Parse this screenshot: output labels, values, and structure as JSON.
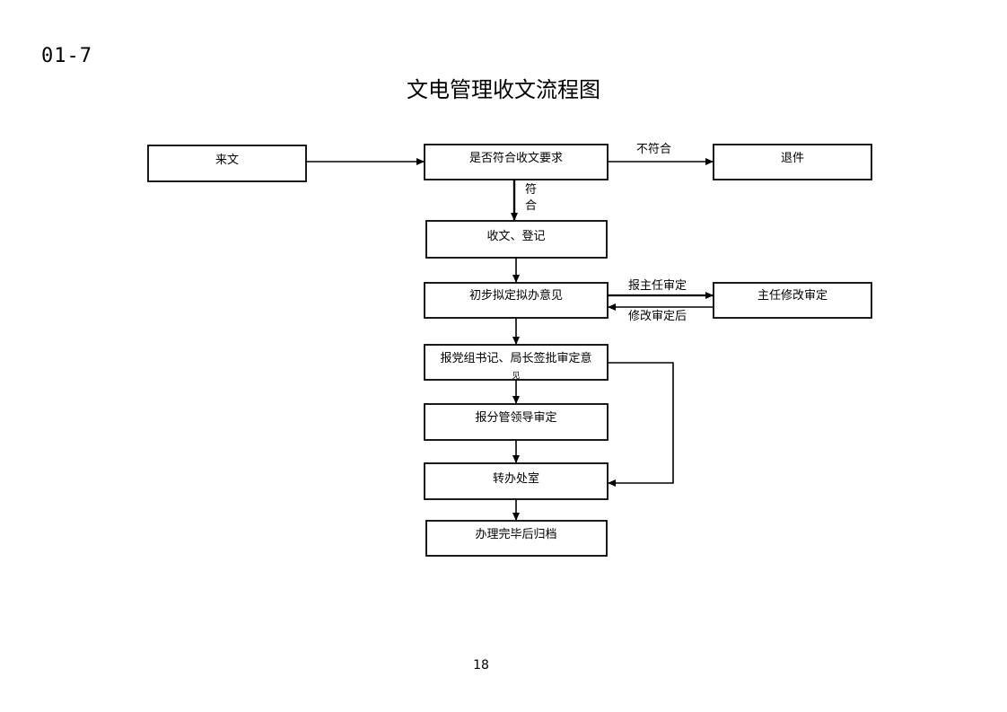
{
  "header": {
    "code": "01-7"
  },
  "title": "文电管理收文流程图",
  "page_number": "18",
  "nodes": {
    "incoming": "来文",
    "check": "是否符合收文要求",
    "return": "退件",
    "register": "收文、登记",
    "draft": "初步拟定拟办意见",
    "director": "主任修改审定",
    "party": "报党组书记、局长签批审定意",
    "party_overflow": "见",
    "leader": "报分管领导审定",
    "dept": "转办处室",
    "archive": "办理完毕后归档"
  },
  "edges": {
    "not_match": "不符合",
    "match_1": "符",
    "match_2": "合",
    "to_director": "报主任审定",
    "after_revise": "修改审定后"
  }
}
